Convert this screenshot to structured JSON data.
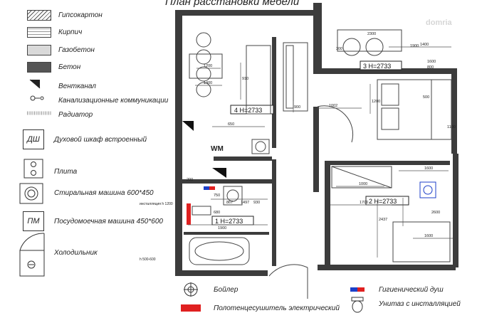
{
  "title": "План расстановки мебели",
  "legend": {
    "gypsum": "Гипсокартон",
    "brick": "Кирпич",
    "aerated": "Газобетон",
    "concrete": "Бетон",
    "vent": "Вентканал",
    "sewer": "Канализационные коммуникации",
    "radiator": "Радиатор",
    "oven_code": "ДШ",
    "oven": "Духовой шкаф встроенный",
    "stove": "Плита",
    "washer": "Стиральная машина 600*450",
    "dishwasher_code": "ПМ",
    "dishwasher": "Посудомоечная машина 450*600",
    "fridge": "Холодильник",
    "boiler": "Бойлер",
    "towel": "Полотенцесушитель электрический",
    "shower": "Гигиенический душ",
    "toilet": "Унитаз с инсталляцией"
  },
  "rooms": {
    "r1": "1 H=2733",
    "r2": "2 H=2733",
    "r3": "3 H=2733",
    "r4": "4 H=2733"
  },
  "plan": {
    "wm_label": "WМ",
    "note_install": "инсталляция h 1200",
    "note_h": "h 500-600",
    "dims": [
      "1200",
      "910",
      "1400",
      "900",
      "1002",
      "1200",
      "2300",
      "1600",
      "1000",
      "1900",
      "1700",
      "1600",
      "2437",
      "750",
      "867",
      "1497",
      "930",
      "1900",
      "1400",
      "1600",
      "650",
      "200",
      "680",
      "2600",
      "500",
      "300",
      "1100",
      "800"
    ]
  },
  "colors": {
    "towel_red": "#e02020",
    "shower_blue": "#1c3fc8",
    "wall": "#3c3c3c"
  },
  "watermark": "domria"
}
